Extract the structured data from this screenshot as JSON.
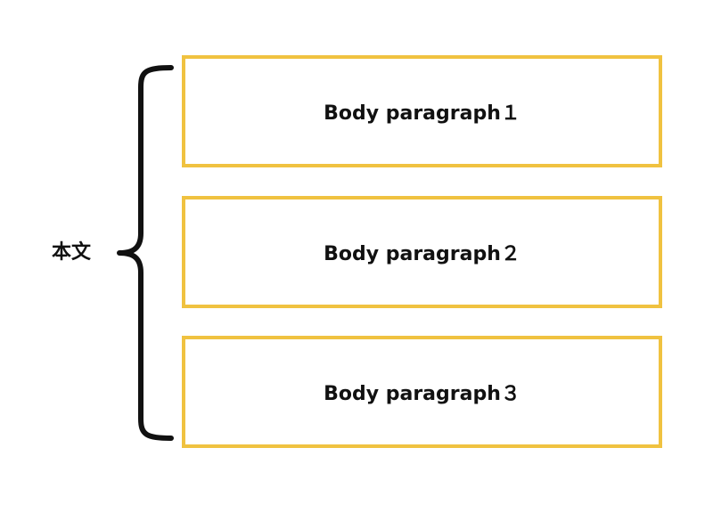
{
  "diagram": {
    "group_label": "本文",
    "accent_color": "#f0c240",
    "paragraphs": [
      {
        "label": "Body paragraph１"
      },
      {
        "label": "Body paragraph２"
      },
      {
        "label": "Body paragraph３"
      }
    ]
  }
}
